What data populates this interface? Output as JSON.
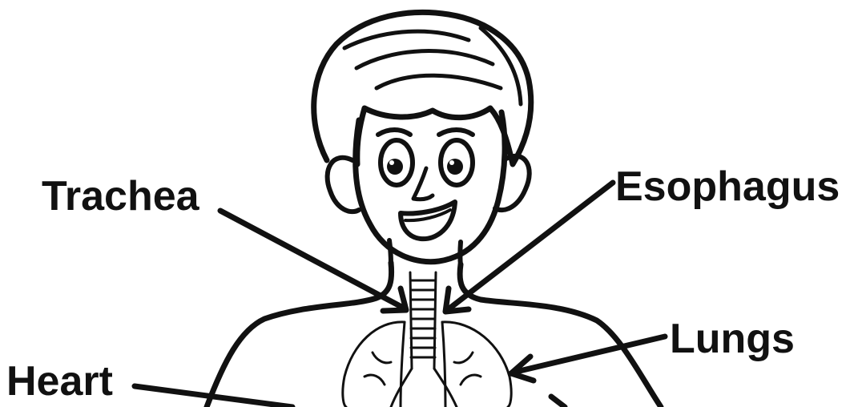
{
  "diagram": {
    "labels": {
      "trachea": "Trachea",
      "esophagus": "Esophagus",
      "lungs": "Lungs",
      "heart": "Heart"
    },
    "colors": {
      "ink": "#111111",
      "background": "#ffffff"
    }
  }
}
